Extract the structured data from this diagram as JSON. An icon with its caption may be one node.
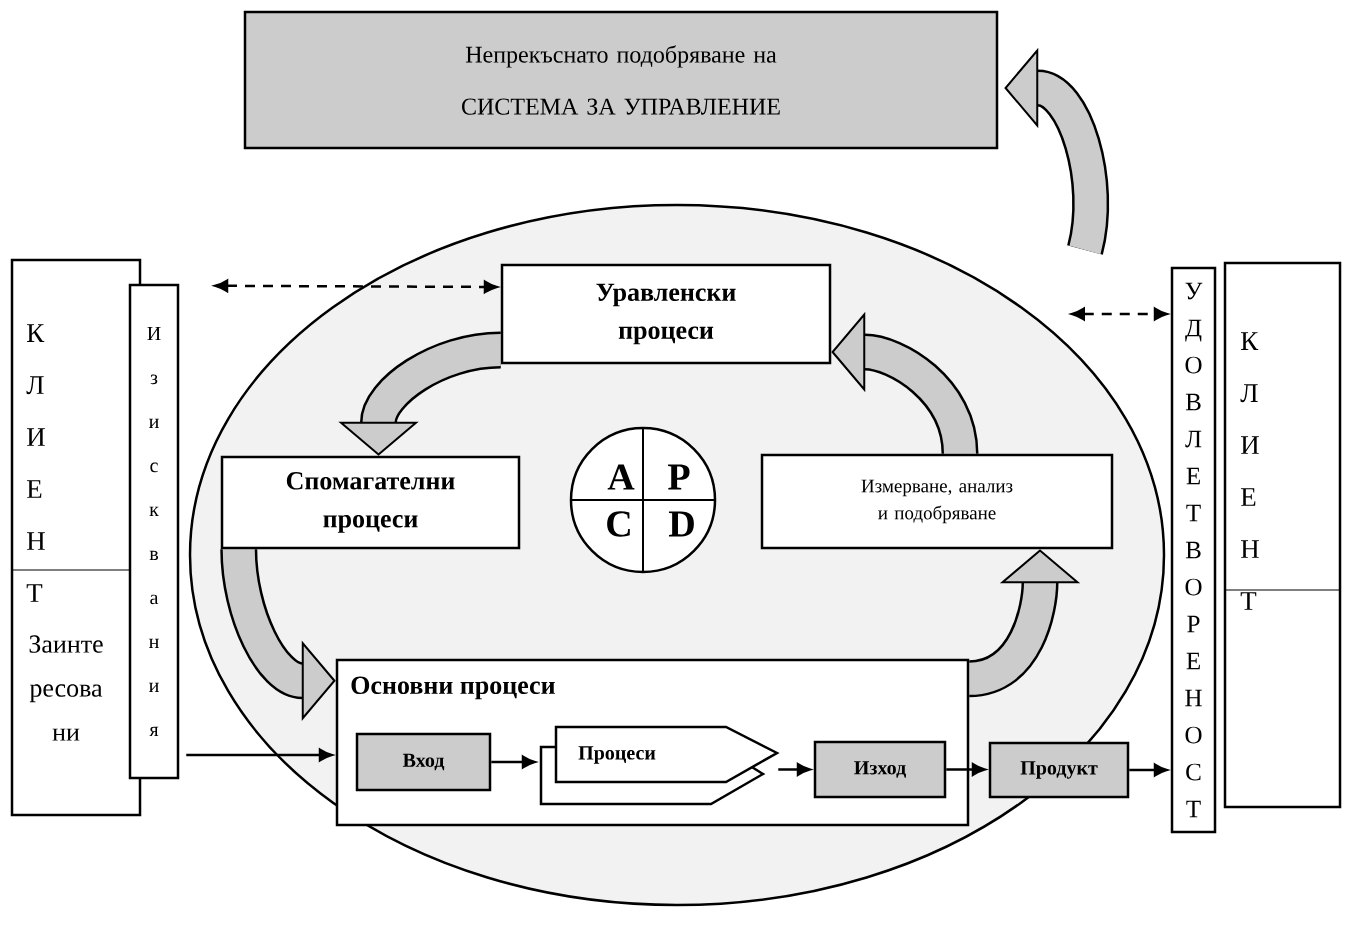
{
  "diagram": {
    "nodes": [
      {
        "text": [
          "Непрекъснато подобряване на СИСТЕМА ЗА УПРАВЛЕНИЕ"
        ]
      },
      {
        "text": [
          "К Л И Е Н Т",
          "Заинте ресова ни"
        ]
      },
      {
        "text": [
          "И з и с к в а н и я"
        ]
      },
      {
        "text": [
          "Уравленски процеси"
        ]
      },
      {
        "text": [
          "Спомагателни процеси"
        ]
      },
      {
        "text": [
          "A",
          "P",
          "C",
          "D"
        ]
      },
      {
        "text": [
          "Измерване, анализ и подобряване"
        ]
      },
      {
        "text": [
          "Основни процеси"
        ]
      },
      {
        "text": [
          "Вход"
        ],
        "in": 7
      },
      {
        "text": [
          "Процеси"
        ],
        "in": 7
      },
      {
        "text": [
          "Изход"
        ],
        "in": 7
      },
      {
        "text": [
          "Продукт"
        ]
      },
      {
        "text": [
          "У Д О В Л Е Т В О Р Е Н О С Т"
        ]
      },
      {
        "text": [
          "К Л И Е Н Т"
        ]
      }
    ],
    "edges": [
      {
        "from": 2,
        "to": 3,
        "arrow": "both",
        "style": "dashed"
      },
      {
        "from": null,
        "to": 12,
        "arrow": "both",
        "style": "dashed"
      },
      {
        "from": 2,
        "to": 7,
        "arrow": "to"
      },
      {
        "from": 8,
        "to": 9,
        "arrow": "to"
      },
      {
        "from": 9,
        "to": 10,
        "arrow": "to"
      },
      {
        "from": 10,
        "to": 11,
        "arrow": "to"
      },
      {
        "from": 11,
        "to": 12,
        "arrow": "to"
      },
      {
        "from": 3,
        "to": 4,
        "arrow": "to",
        "style": "thick"
      },
      {
        "from": 4,
        "to": 7,
        "arrow": "to",
        "style": "thick"
      },
      {
        "from": 7,
        "to": 6,
        "arrow": "to",
        "style": "thick"
      },
      {
        "from": 6,
        "to": 3,
        "arrow": "to",
        "style": "thick"
      },
      {
        "from": null,
        "to": 0,
        "arrow": "to",
        "style": "thick"
      }
    ]
  }
}
